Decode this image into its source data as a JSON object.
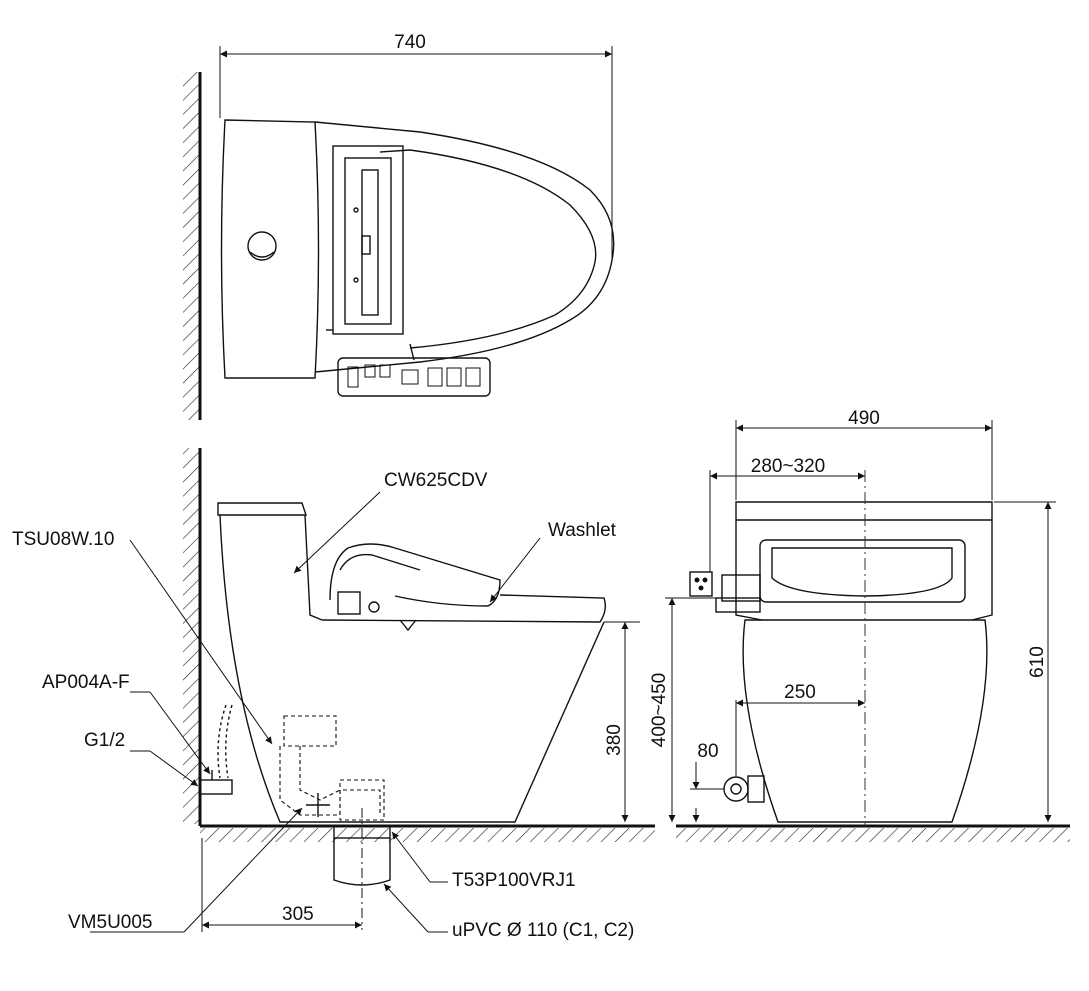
{
  "dimensions": {
    "top_width": "740",
    "front_width": "490",
    "front_inner": "280~320",
    "front_center": "250",
    "front_height": "610",
    "front_seat_height": "400~450",
    "front_inlet": "80",
    "side_seat_height": "380",
    "side_rough_in": "305"
  },
  "labels": {
    "cw625cdv": "CW625CDV",
    "washlet": "Washlet",
    "tsu08w10": "TSU08W.10",
    "ap004af": "AP004A-F",
    "g12": "G1/2",
    "vm5u005": "VM5U005",
    "t53p100vrj1": "T53P100VRJ1",
    "upvc": "uPVC Ø 110 (C1, C2)"
  },
  "colors": {
    "line": "#111111",
    "hatch": "#222222",
    "center_line": "#333333"
  }
}
